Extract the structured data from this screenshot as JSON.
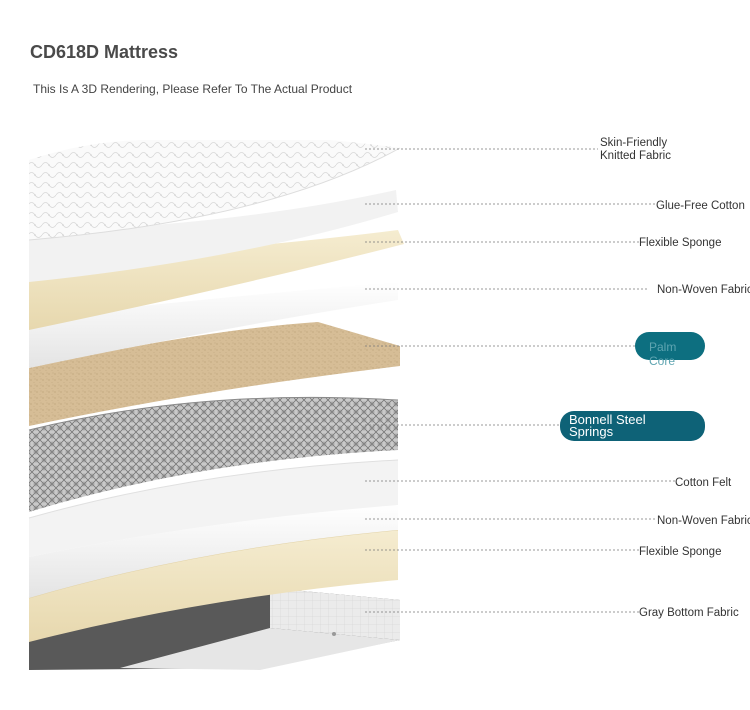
{
  "product": {
    "title": "CD618D Mattress",
    "disclaimer": "This Is A 3D Rendering, Please Refer To The Actual Product"
  },
  "layers": [
    {
      "id": "skin",
      "line1": "Skin-Friendly",
      "line2": "Knitted Fabric"
    },
    {
      "id": "glue",
      "line1": "Glue-Free Cotton"
    },
    {
      "id": "sponge_top",
      "line1": "Flexible Sponge"
    },
    {
      "id": "nonwoven_top",
      "line1": "Non-Woven Fabric"
    },
    {
      "id": "coconut",
      "line1": "Palm Core",
      "highlight": "#0d6f80"
    },
    {
      "id": "springs",
      "line1": "Bonnell Steel",
      "line2": "Springs",
      "highlight": "#0e6277"
    },
    {
      "id": "felt",
      "line1": "Cotton Felt"
    },
    {
      "id": "nonwoven_bottom",
      "line1": "Non-Woven Fabric"
    },
    {
      "id": "sponge_bottom",
      "line1": "Flexible Sponge"
    },
    {
      "id": "bottom_fabric",
      "line1": "Gray Bottom Fabric"
    }
  ],
  "colors": {
    "sponge": "#f1e6c3",
    "coconut": "#d8c09a",
    "white_layer": "#f6f6f6",
    "bottom": "#555555"
  }
}
